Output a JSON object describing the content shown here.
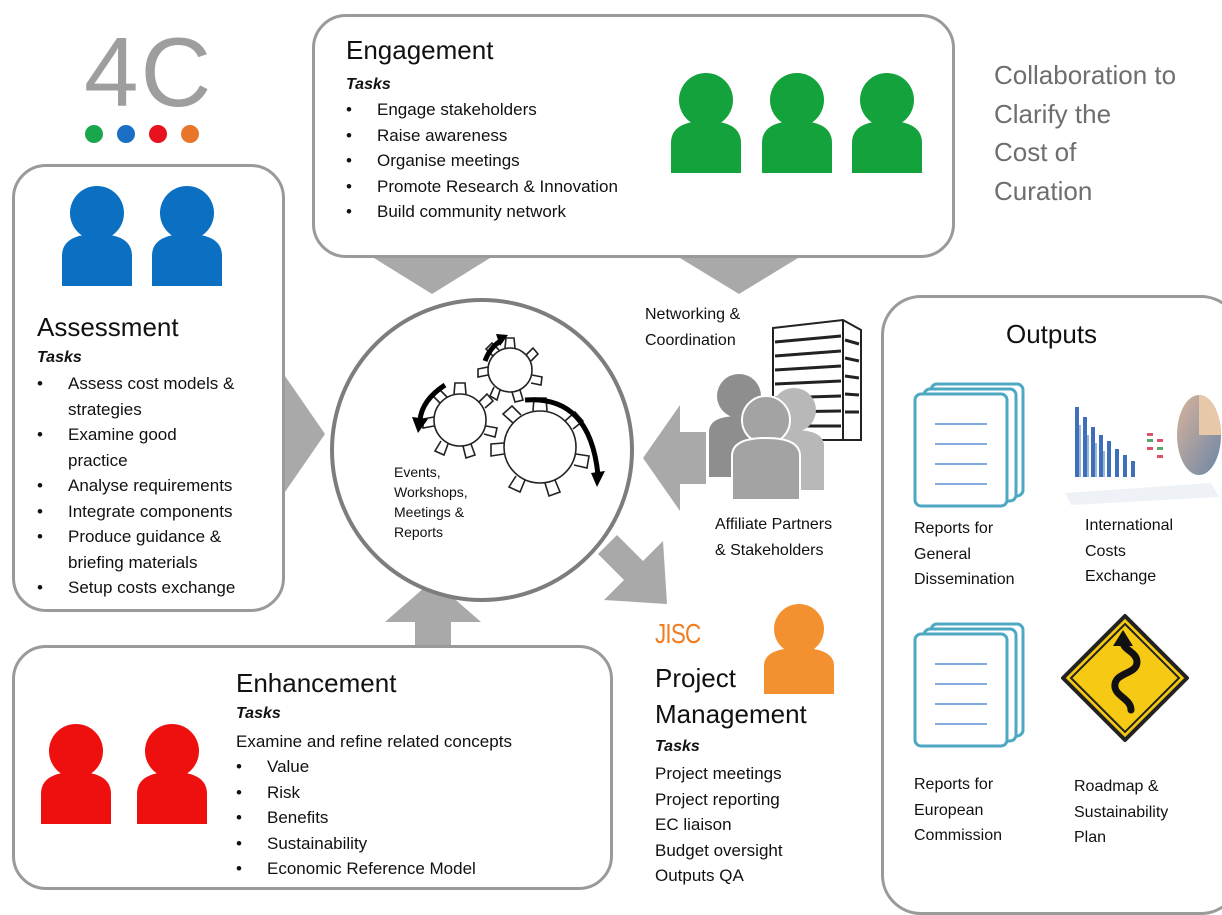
{
  "logo": {
    "text": "4C",
    "dot_colors": [
      "#1aa64a",
      "#1a6fc4",
      "#e8121e",
      "#e8762a"
    ]
  },
  "tagline": [
    "Collaboration to",
    "Clarify the",
    "Cost of",
    "Curation"
  ],
  "engagement": {
    "title": "Engagement",
    "tasks_label": "Tasks",
    "items": [
      "Engage stakeholders",
      "Raise awareness",
      "Organise meetings",
      "Promote  Research & Innovation",
      "Build community  network"
    ],
    "icon_color": "#14a23c"
  },
  "assessment": {
    "title": "Assessment",
    "tasks_label": "Tasks",
    "items": [
      [
        "Assess cost models &",
        "strategies"
      ],
      [
        "Examine good",
        "practice"
      ],
      [
        "Analyse requirements"
      ],
      [
        "Integrate components"
      ],
      [
        "Produce guidance &",
        "briefing materials"
      ],
      [
        "Setup costs exchange"
      ]
    ],
    "icon_color": "#0b6fc2"
  },
  "enhancement": {
    "title": "Enhancement",
    "tasks_label": "Tasks",
    "intro": "Examine and refine related concepts",
    "items": [
      "Value",
      "Risk",
      "Benefits",
      "Sustainability",
      "Economic Reference Model"
    ],
    "icon_color": "#ee0f0f"
  },
  "center": {
    "label": [
      "Events,",
      "Workshops,",
      "Meetings &",
      "Reports"
    ]
  },
  "networking": {
    "label": [
      "Networking &",
      "Coordination"
    ],
    "affiliates": [
      "Affiliate Partners",
      "& Stakeholders"
    ]
  },
  "project_management": {
    "brand": "JISC",
    "title": [
      "Project",
      "Management"
    ],
    "tasks_label": "Tasks",
    "items": [
      "Project meetings",
      "Project reporting",
      "EC liaison",
      "Budget oversight",
      "Outputs QA"
    ],
    "icon_color": "#f39130",
    "brand_color": "#f07d1f"
  },
  "outputs": {
    "title": "Outputs",
    "items": [
      {
        "label": [
          "Reports for",
          "General",
          "Dissemination"
        ],
        "icon": "document-stack-icon"
      },
      {
        "label": [
          "International",
          "Costs",
          "Exchange"
        ],
        "icon": "chart-graphic-icon"
      },
      {
        "label": [
          "Reports for",
          "European",
          "Commission"
        ],
        "icon": "document-stack-icon"
      },
      {
        "label": [
          "Roadmap &",
          "Sustainability",
          "Plan"
        ],
        "icon": "winding-road-sign-icon"
      }
    ]
  },
  "colors": {
    "arrow": "#a9a9a9",
    "border": "#9a9a9a",
    "doc_border": "#4fa8c2"
  }
}
